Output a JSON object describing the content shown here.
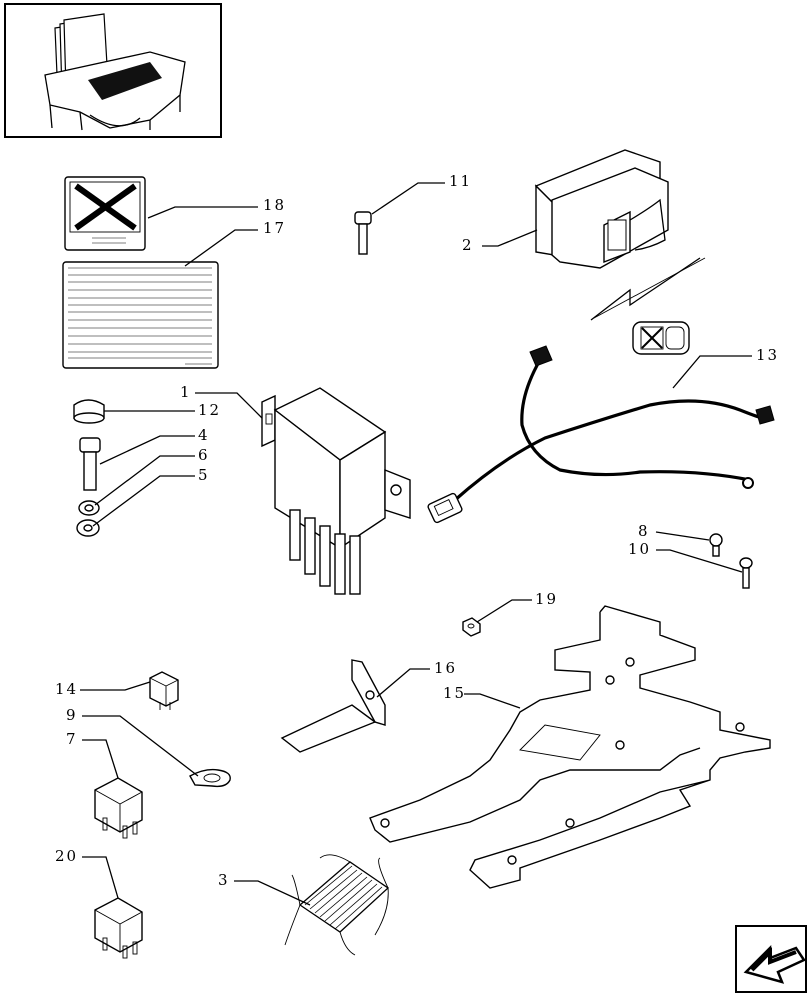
{
  "callouts": [
    "1",
    "2",
    "3",
    "4",
    "5",
    "6",
    "7",
    "8",
    "9",
    "10",
    "11",
    "12",
    "13",
    "14",
    "15",
    "16",
    "17",
    "18",
    "19",
    "20"
  ],
  "icons": {
    "thumbnail": "vehicle-location-thumbnail",
    "nav": "next-page-arrow-icon"
  },
  "colors": {
    "ink": "#000000",
    "paper": "#ffffff"
  }
}
